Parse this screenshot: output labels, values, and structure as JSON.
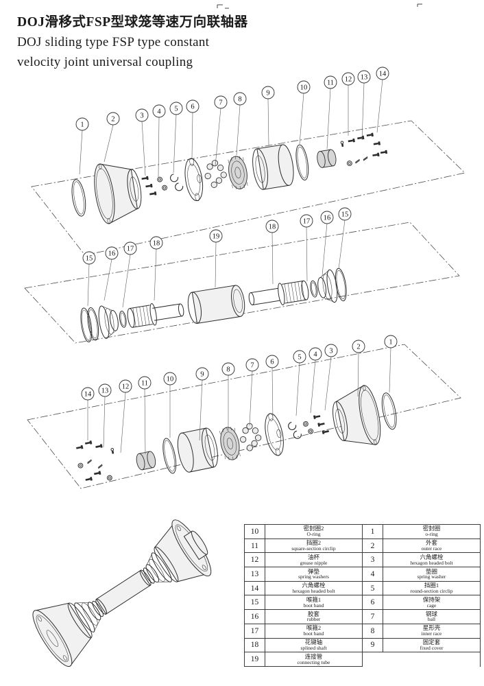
{
  "title": {
    "line1": "DOJ滑移式FSP型球笼等速万向联轴器",
    "line2": "DOJ sliding type FSP type constant",
    "line3": "velocity joint universal coupling"
  },
  "callouts": {
    "top": [
      "1",
      "2",
      "3",
      "4",
      "5",
      "6",
      "7",
      "8",
      "9",
      "10",
      "11",
      "12",
      "13",
      "14"
    ],
    "middle": [
      "15",
      "16",
      "17",
      "18",
      "19",
      "18",
      "17",
      "16",
      "15"
    ],
    "bottom": [
      "14",
      "13",
      "12",
      "11",
      "10",
      "9",
      "8",
      "7",
      "6",
      "5",
      "4",
      "3",
      "2",
      "1"
    ]
  },
  "parts_table": {
    "left_rows": [
      {
        "no": "10",
        "cn": "密封圈2",
        "en": "O-ring"
      },
      {
        "no": "11",
        "cn": "挡圈2",
        "en": "square-section circlip"
      },
      {
        "no": "12",
        "cn": "油杯",
        "en": "grease nipple"
      },
      {
        "no": "13",
        "cn": "弹垫",
        "en": "spring washers"
      },
      {
        "no": "14",
        "cn": "六角螺栓",
        "en": "hexagon headed bolt"
      },
      {
        "no": "15",
        "cn": "喉箍1",
        "en": "boot band"
      },
      {
        "no": "16",
        "cn": "胶套",
        "en": "rubber"
      },
      {
        "no": "17",
        "cn": "喉箍2",
        "en": "boot band"
      },
      {
        "no": "18",
        "cn": "花键轴",
        "en": "splined shaft"
      },
      {
        "no": "19",
        "cn": "连接管",
        "en": "connecting tube"
      }
    ],
    "right_rows": [
      {
        "no": "1",
        "cn": "密封圈",
        "en": "o-ring"
      },
      {
        "no": "2",
        "cn": "外套",
        "en": "outer race"
      },
      {
        "no": "3",
        "cn": "六角螺栓",
        "en": "hexagon headed bolt"
      },
      {
        "no": "4",
        "cn": "垫圈",
        "en": "spring washer"
      },
      {
        "no": "5",
        "cn": "挡圈1",
        "en": "round-section circlip"
      },
      {
        "no": "6",
        "cn": "保持架",
        "en": "cage"
      },
      {
        "no": "7",
        "cn": "钢球",
        "en": "ball"
      },
      {
        "no": "8",
        "cn": "星形壳",
        "en": "inner race"
      },
      {
        "no": "9",
        "cn": "固定套",
        "en": "fixed cover"
      }
    ]
  },
  "colors": {
    "line": "#2b2b2b",
    "background": "#ffffff",
    "shade_light": "#f1f1f1",
    "shade_mid": "#d6d6d6"
  }
}
